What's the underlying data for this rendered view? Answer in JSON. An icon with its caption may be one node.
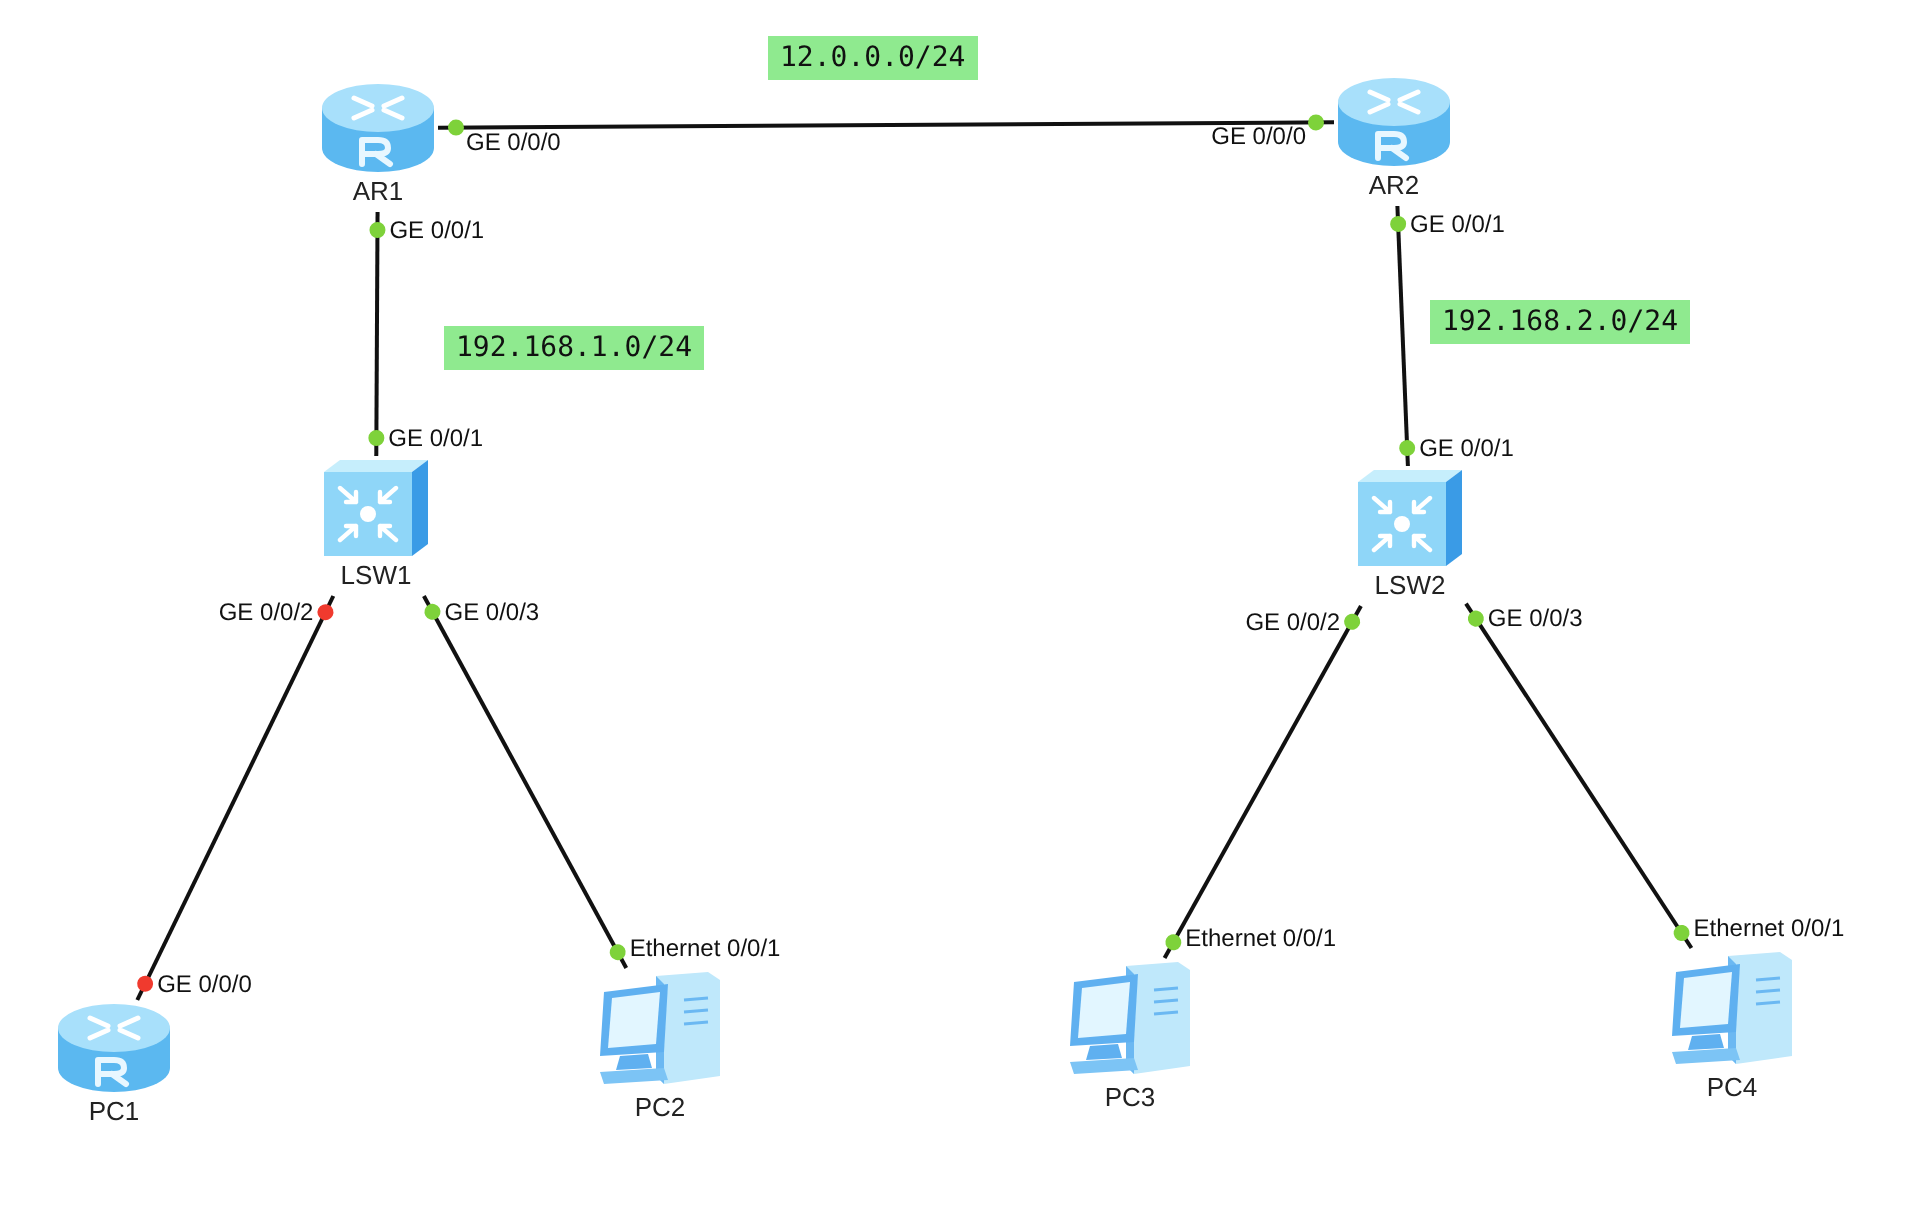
{
  "diagram": {
    "nodes": [
      {
        "text": [
          "12.0.0.0/24"
        ]
      },
      {
        "text": [
          "AR1"
        ]
      },
      {
        "text": [
          "AR2"
        ]
      },
      {
        "text": [
          "192.168.1.0/24"
        ]
      },
      {
        "text": [
          "192.168.2.0/24"
        ]
      },
      {
        "text": [
          "LSW1"
        ]
      },
      {
        "text": [
          "LSW2"
        ]
      },
      {
        "text": [
          "PC1"
        ]
      },
      {
        "text": [
          "PC2"
        ]
      },
      {
        "text": [
          "PC3"
        ]
      },
      {
        "text": [
          "PC4"
        ]
      }
    ],
    "edges": [
      {
        "from": 1,
        "to": 2,
        "arrow": "other"
      },
      {
        "from": 1,
        "to": 5,
        "arrow": "other"
      },
      {
        "from": 2,
        "to": 6,
        "arrow": "other"
      },
      {
        "from": 5,
        "to": 7,
        "arrow": "other"
      },
      {
        "from": 5,
        "to": 8,
        "arrow": "other"
      },
      {
        "from": 6,
        "to": 9,
        "arrow": "other"
      },
      {
        "from": 6,
        "to": 10,
        "arrow": "other"
      }
    ],
    "labels": [
      "GE 0/0/0",
      "GE 0/0/0",
      "GE 0/0/1",
      "GE 0/0/1",
      "GE 0/0/1",
      "GE 0/0/1",
      "GE 0/0/2",
      "GE 0/0/3",
      "GE 0/0/2",
      "GE 0/0/3",
      "Ethernet 0/0/1",
      "Ethernet 0/0/1",
      "Ethernet 0/0/1",
      "GE 0/0/0"
    ]
  }
}
